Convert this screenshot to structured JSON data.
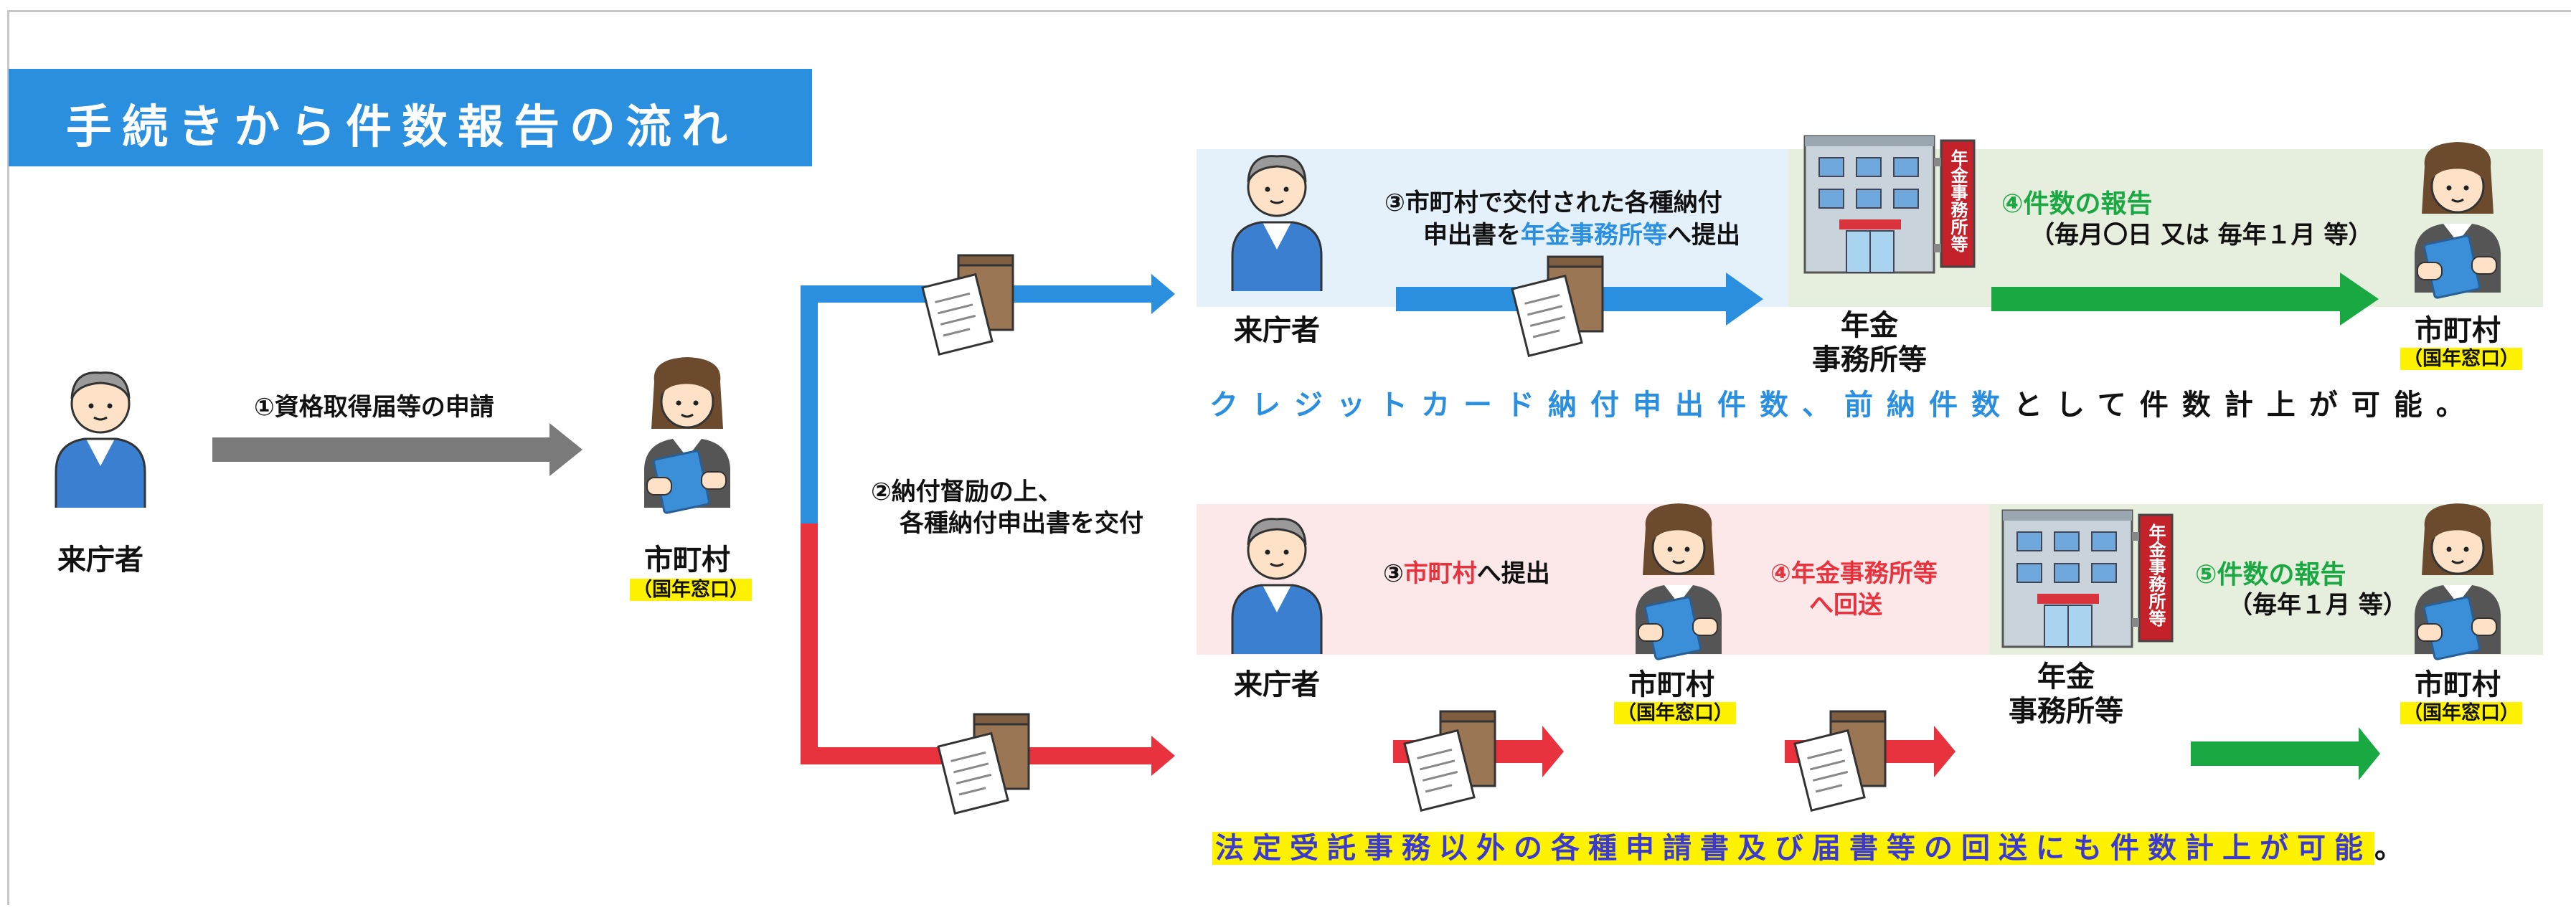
{
  "title": "手続きから件数報告の流れ",
  "left": {
    "visitor_label": "来庁者",
    "step1": "①資格取得届等の申請",
    "city_label": "市町村",
    "city_sub": "（国年窓口）"
  },
  "middle": {
    "step2_line1": "②納付督励の上、",
    "step2_line2": "各種納付申出書を交付"
  },
  "top_flow": {
    "visitor_label": "来庁者",
    "step3_line1": "③市町村で交付された各種納付",
    "step3_line2_pre": "申出書を",
    "step3_line2_hl": "年金事務所等",
    "step3_line2_post": "へ提出",
    "office_label_1": "年金",
    "office_label_2": "事務所等",
    "office_sign": "年金事務所等",
    "step4_title": "④件数の報告",
    "step4_sub": "（毎月〇日 又は 毎年１月 等）",
    "city_label": "市町村",
    "city_sub": "（国年窓口）",
    "note_blue": "クレジットカード納付申出件数、前納件数",
    "note_black": "として件数計上が可能。"
  },
  "bottom_flow": {
    "visitor_label": "来庁者",
    "step3_pre": "③",
    "step3_red": "市町村",
    "step3_post": "へ提出",
    "city_label": "市町村",
    "city_sub": "（国年窓口）",
    "step4_line1": "④年金事務所等",
    "step4_line2": "へ回送",
    "office_label_1": "年金",
    "office_label_2": "事務所等",
    "office_sign": "年金事務所等",
    "step5_title": "⑤件数の報告",
    "step5_sub": "（毎年１月 等）",
    "city2_label": "市町村",
    "city2_sub": "（国年窓口）",
    "note_hl": "法定受託事務以外の各種申請書及び届書等の回送にも件数計上が可能",
    "note_end": "。"
  },
  "colors": {
    "blue": "#2b8fe0",
    "red": "#e8323e",
    "green": "#1aa842",
    "gray": "#7a7a7a",
    "highlight": "#fff200",
    "top_bg_blue": "#e4f1fb",
    "top_bg_green": "#e6eedd",
    "bottom_bg_pink": "#fce8e8",
    "bottom_bg_green": "#e6eedd"
  }
}
